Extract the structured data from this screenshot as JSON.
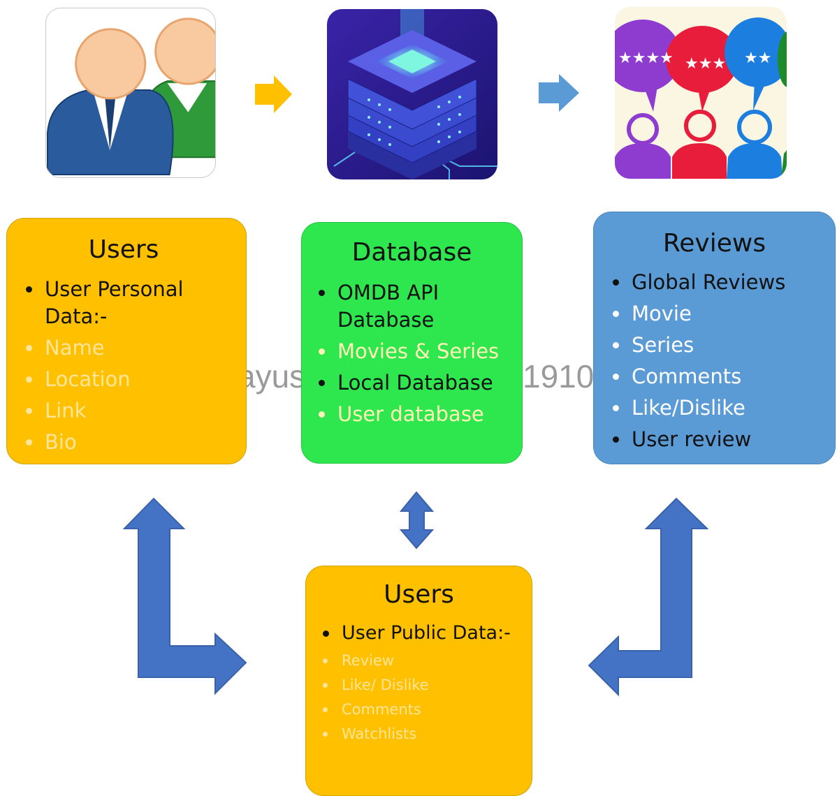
{
  "watermark": {
    "left": "ayus",
    "right": "1910"
  },
  "boxes": {
    "users_top": {
      "title": "Users",
      "items": [
        {
          "text": "User Personal Data:-"
        },
        {
          "text": "Name"
        },
        {
          "text": "Location"
        },
        {
          "text": "Link"
        },
        {
          "text": "Bio"
        }
      ]
    },
    "database": {
      "title": "Database",
      "items": [
        {
          "text": "OMDB API Database"
        },
        {
          "text": "Movies & Series"
        },
        {
          "text": "Local Database"
        },
        {
          "text": "User database"
        }
      ]
    },
    "reviews": {
      "title": "Reviews",
      "items": [
        {
          "text": "Global Reviews"
        },
        {
          "text": "Movie"
        },
        {
          "text": "Series"
        },
        {
          "text": "Comments"
        },
        {
          "text": "Like/Dislike"
        },
        {
          "text": "User review"
        }
      ]
    },
    "users_bottom": {
      "title": "Users",
      "items": [
        {
          "text": "User Public Data:-"
        },
        {
          "text": "Review"
        },
        {
          "text": "Like/ Dislike"
        },
        {
          "text": "Comments"
        },
        {
          "text": "Watchlists"
        }
      ]
    }
  },
  "icons": {
    "users": "users-group-icon",
    "database": "server-database-icon",
    "reviews": "review-speech-bubbles-icon"
  },
  "colors": {
    "users_box": "#ffc000",
    "database_box": "#2ee64e",
    "reviews_box": "#5b9bd5",
    "arrow_blue": "#4472c4",
    "arrow_yellow": "#ffc000"
  }
}
